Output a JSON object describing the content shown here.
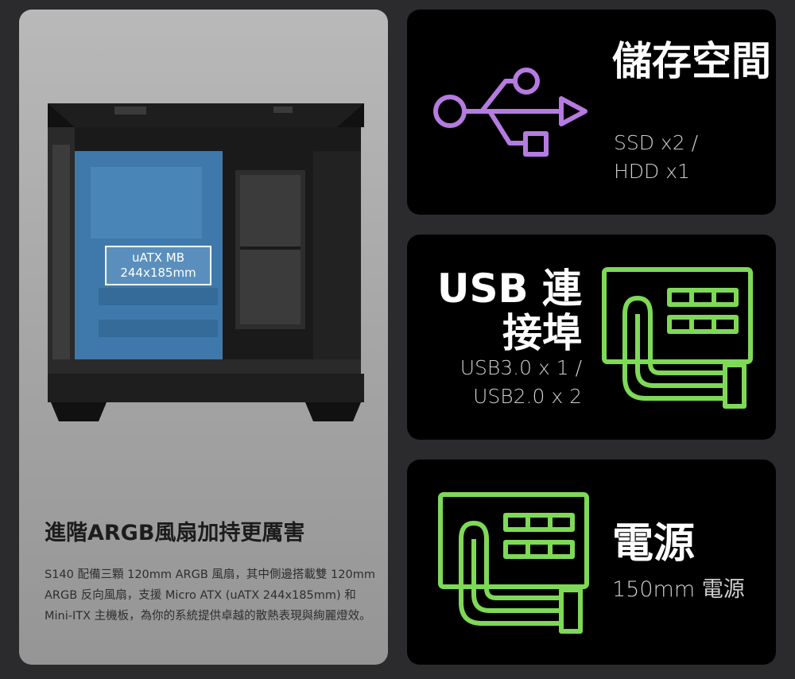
{
  "left_panel": {
    "mb_label_line1": "uATX MB",
    "mb_label_line2": "244x185mm",
    "feature_title": "進階ARGB風扇加持更厲害",
    "feature_desc": "S140 配備三顆 120mm ARGB 風扇，其中側邊搭載雙 120mm ARGB 反向風扇，支援 Micro ATX (uATX 244x185mm) 和 Mini-ITX 主機板，為你的系統提供卓越的散熱表現與絢麗燈效。"
  },
  "cards": {
    "storage": {
      "title": "儲存空間",
      "line1": "SSD x2 /",
      "line2": "HDD x1",
      "icon": "usb-symbol-icon",
      "icon_color": "#b57be0"
    },
    "usb": {
      "title_line1": "USB 連",
      "title_line2": "接埠",
      "line1": "USB3.0 x 1 /",
      "line2": "USB2.0 x 2",
      "icon": "power-connector-icon",
      "icon_color": "#7ed957"
    },
    "power": {
      "title": "電源",
      "subtitle": "150mm 電源",
      "icon": "power-connector-icon",
      "icon_color": "#7ed957"
    }
  }
}
